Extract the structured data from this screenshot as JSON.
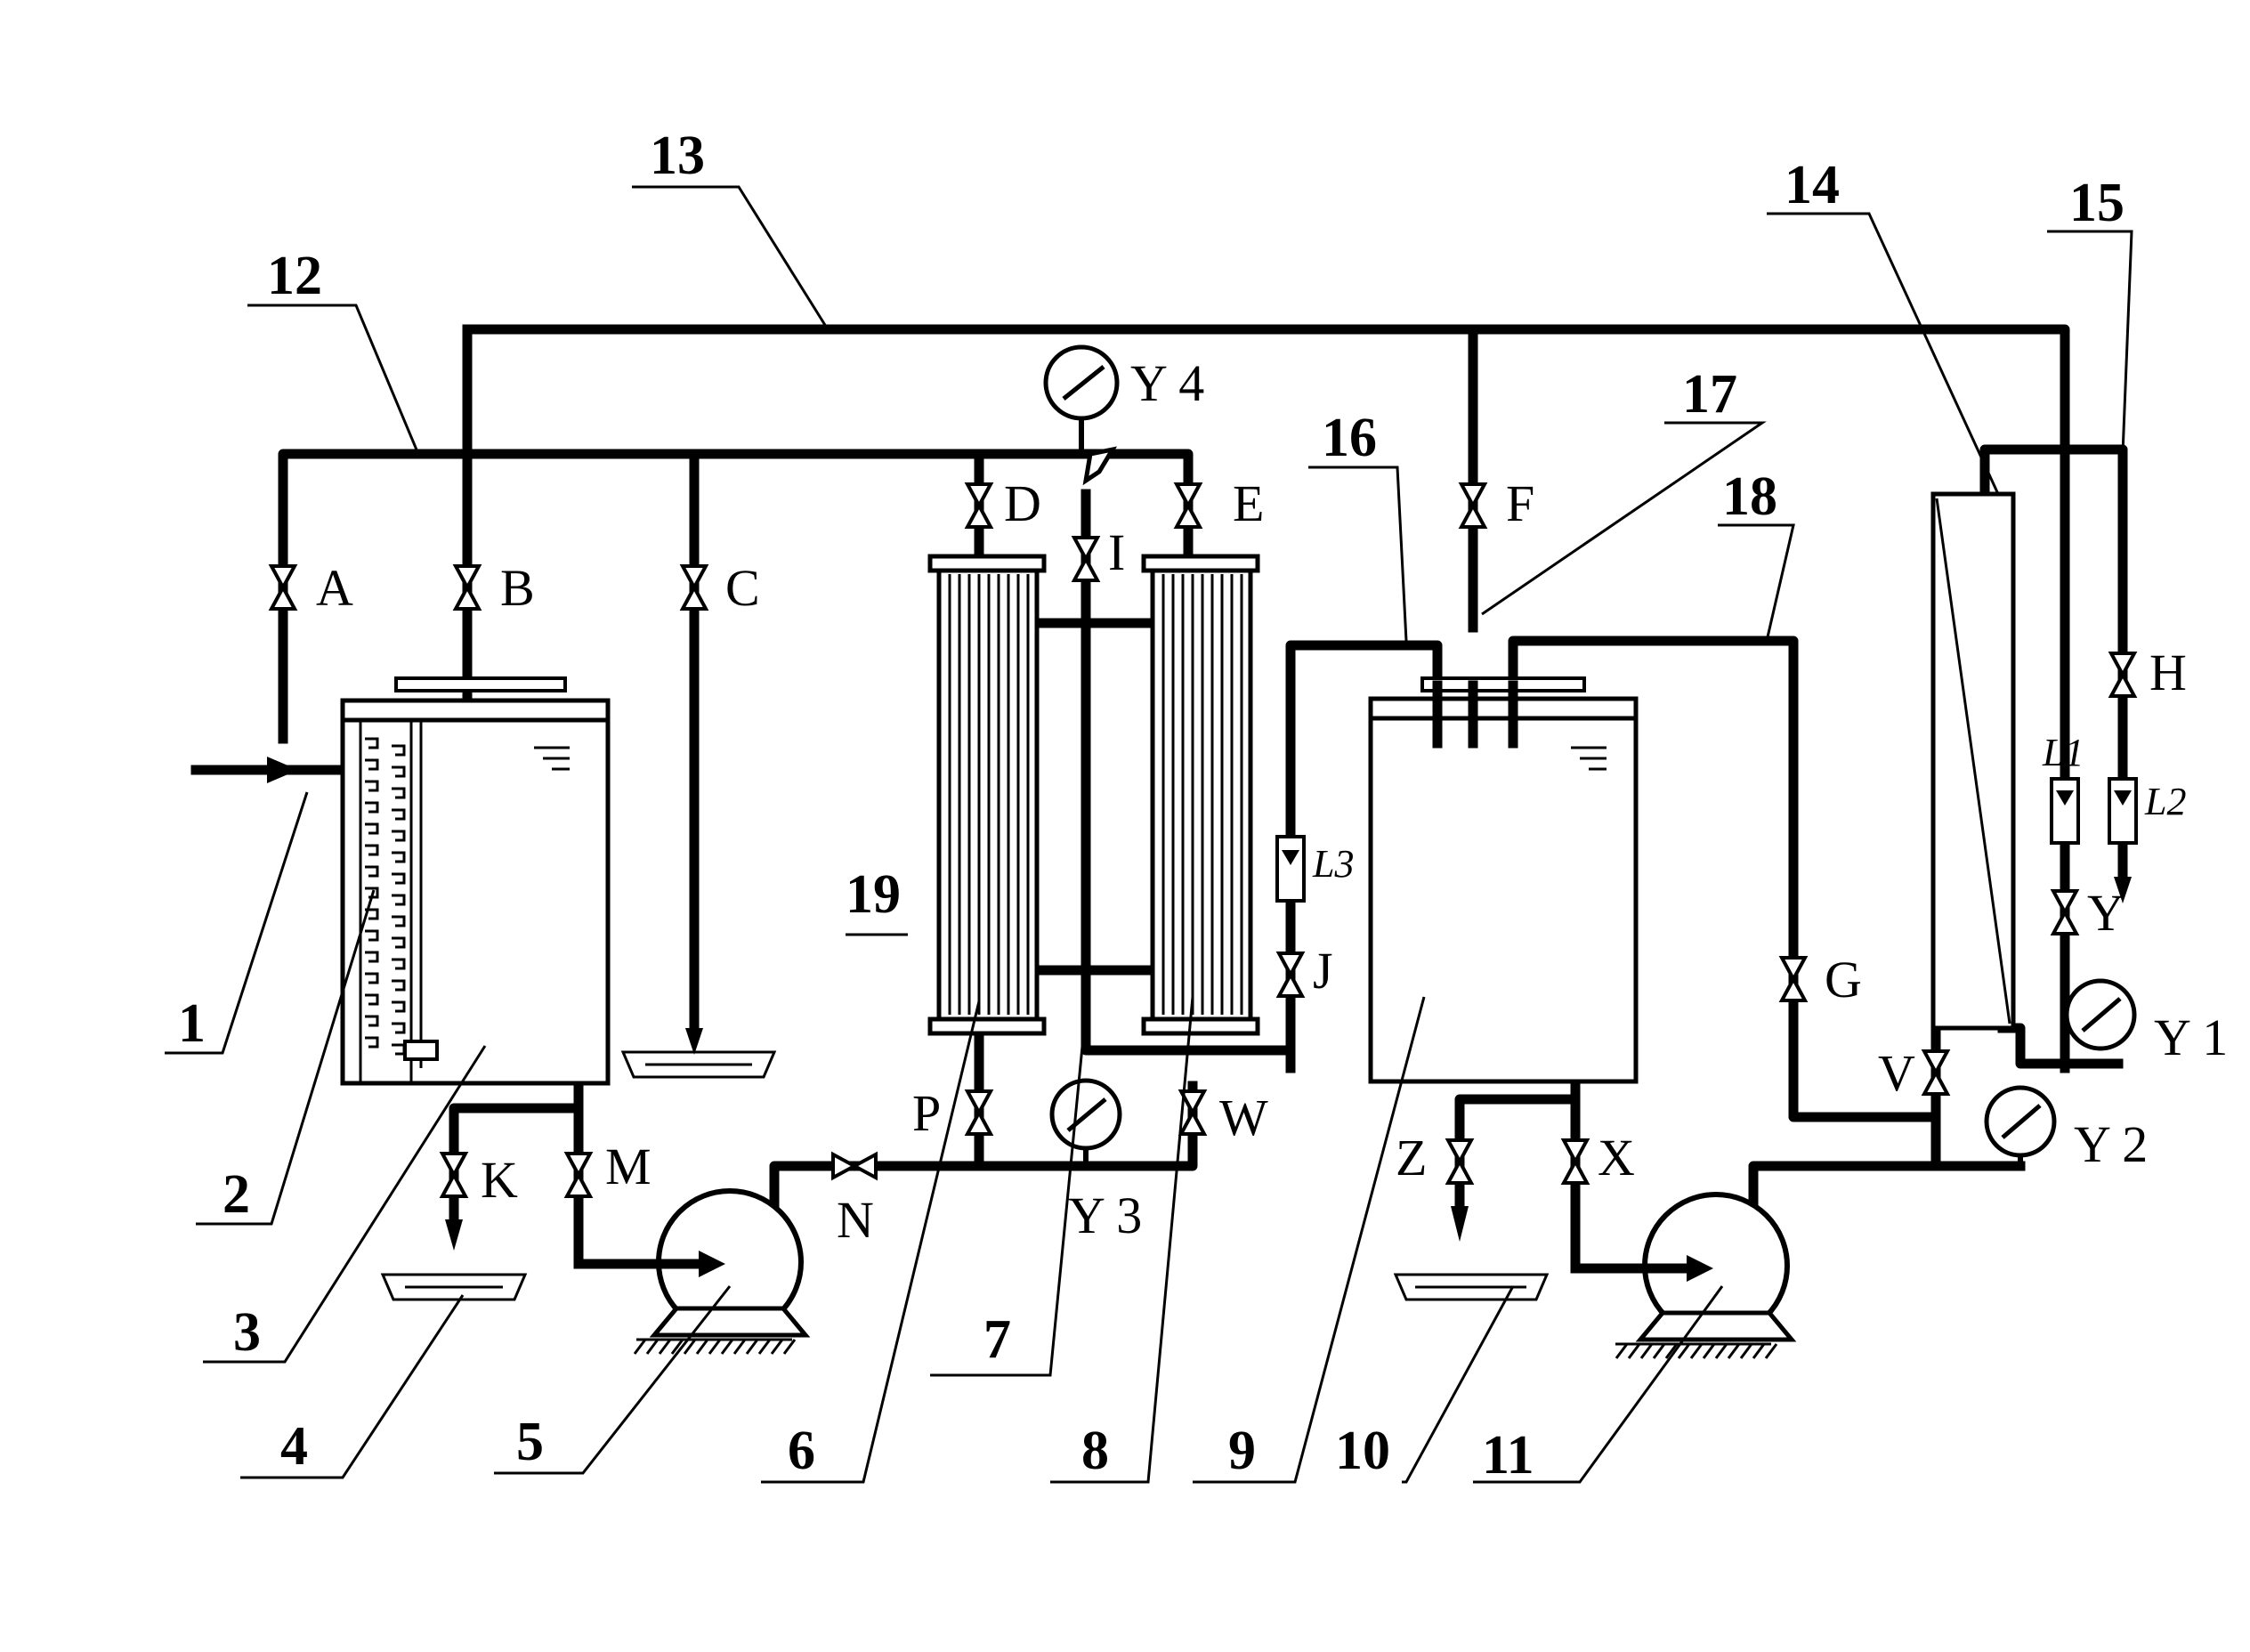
{
  "parts": {
    "p1": "1",
    "p2": "2",
    "p3": "3",
    "p4": "4",
    "p5": "5",
    "p6": "6",
    "p7": "7",
    "p8": "8",
    "p9": "9",
    "p10": "10",
    "p11": "11",
    "p12": "12",
    "p13": "13",
    "p14": "14",
    "p15": "15",
    "p16": "16",
    "p17": "17",
    "p18": "18",
    "p19": "19"
  },
  "valves": {
    "A": "A",
    "B": "B",
    "C": "C",
    "D": "D",
    "E": "E",
    "F": "F",
    "G": "G",
    "H": "H",
    "I": "I",
    "J": "J",
    "K": "K",
    "M": "M",
    "N": "N",
    "P": "P",
    "V": "V",
    "W": "W",
    "X": "X",
    "Y": "Y",
    "Z": "Z"
  },
  "gauges": {
    "Y1": "Y 1",
    "Y2": "Y 2",
    "Y3": "Y 3",
    "Y4": "Y 4"
  },
  "flowmeters": {
    "L1": "L1",
    "L2": "L2",
    "L3": "L3"
  }
}
